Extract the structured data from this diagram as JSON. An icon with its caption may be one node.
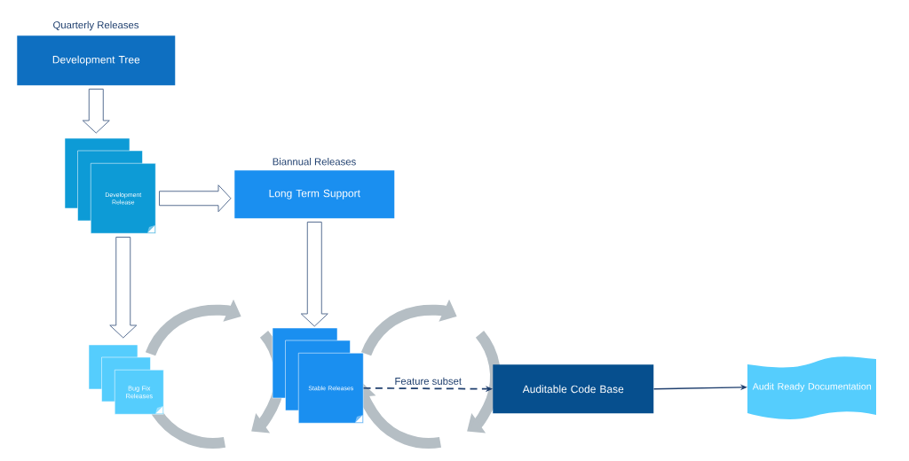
{
  "diagram": {
    "nodes": [
      {
        "text": [
          "Quarterly Releases",
          "Development Tree"
        ]
      },
      {
        "text": [
          "Development Release"
        ]
      },
      {
        "text": [
          "Biannual Releases",
          "Long Term Support"
        ]
      },
      {
        "text": [
          "Bug Fix Releases"
        ]
      },
      {
        "text": [
          "Stable Releases"
        ]
      },
      {
        "text": [
          "Auditable Code Base"
        ]
      },
      {
        "text": [
          "Audit Ready Documentation"
        ]
      }
    ],
    "edges": [
      {
        "from": 0,
        "to": 1,
        "arrow": "to"
      },
      {
        "from": 1,
        "to": 2,
        "arrow": "to"
      },
      {
        "from": 1,
        "to": 3,
        "arrow": "to"
      },
      {
        "from": 2,
        "to": 4,
        "arrow": "to"
      },
      {
        "from": 4,
        "to": 5,
        "arrow": "to",
        "label": "Feature subset",
        "style": "dashed"
      },
      {
        "from": 5,
        "to": 6,
        "arrow": "to"
      }
    ]
  }
}
